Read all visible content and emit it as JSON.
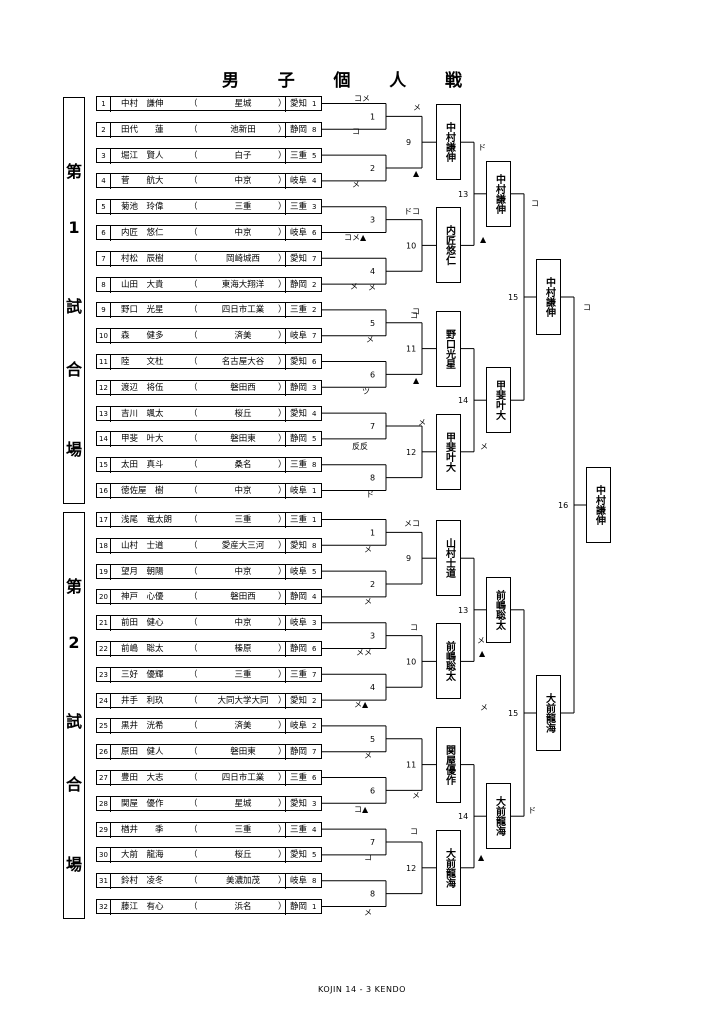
{
  "title": [
    "男",
    "子",
    "個",
    "人",
    "戦"
  ],
  "venues": [
    {
      "label": [
        "第",
        "1",
        "試",
        "合",
        "場"
      ]
    },
    {
      "label": [
        "第",
        "2",
        "試",
        "合",
        "場"
      ]
    }
  ],
  "entries": [
    {
      "num": "1",
      "name": "中村　謙伸",
      "po": "（",
      "school": "星城",
      "pc": "）",
      "pref": "愛知",
      "seed": "1"
    },
    {
      "num": "2",
      "name": "田代　　蓮",
      "po": "（",
      "school": "池新田",
      "pc": "）",
      "pref": "静岡",
      "seed": "8"
    },
    {
      "num": "3",
      "name": "堀江　賢人",
      "po": "（",
      "school": "白子",
      "pc": "）",
      "pref": "三重",
      "seed": "5"
    },
    {
      "num": "4",
      "name": "菅　　航大",
      "po": "（",
      "school": "中京",
      "pc": "）",
      "pref": "岐阜",
      "seed": "4"
    },
    {
      "num": "5",
      "name": "菊池　玲偉",
      "po": "（",
      "school": "三重",
      "pc": "）",
      "pref": "三重",
      "seed": "3"
    },
    {
      "num": "6",
      "name": "内匠　悠仁",
      "po": "（",
      "school": "中京",
      "pc": "）",
      "pref": "岐阜",
      "seed": "6"
    },
    {
      "num": "7",
      "name": "村松　辰樹",
      "po": "（",
      "school": "岡崎城西",
      "pc": "）",
      "pref": "愛知",
      "seed": "7"
    },
    {
      "num": "8",
      "name": "山田　大貴",
      "po": "（",
      "school": "東海大翔洋",
      "pc": "）",
      "pref": "静岡",
      "seed": "2"
    },
    {
      "num": "9",
      "name": "野口　光星",
      "po": "（",
      "school": "四日市工業",
      "pc": "）",
      "pref": "三重",
      "seed": "2"
    },
    {
      "num": "10",
      "name": "森　　健多",
      "po": "（",
      "school": "済美",
      "pc": "）",
      "pref": "岐阜",
      "seed": "7"
    },
    {
      "num": "11",
      "name": "陸　　文杜",
      "po": "（",
      "school": "名古屋大谷",
      "pc": "）",
      "pref": "愛知",
      "seed": "6"
    },
    {
      "num": "12",
      "name": "渡辺　将伍",
      "po": "（",
      "school": "磐田西",
      "pc": "）",
      "pref": "静岡",
      "seed": "3"
    },
    {
      "num": "13",
      "name": "吉川　颯太",
      "po": "（",
      "school": "桜丘",
      "pc": "）",
      "pref": "愛知",
      "seed": "4"
    },
    {
      "num": "14",
      "name": "甲斐　叶大",
      "po": "（",
      "school": "磐田東",
      "pc": "）",
      "pref": "静岡",
      "seed": "5"
    },
    {
      "num": "15",
      "name": "太田　真斗",
      "po": "（",
      "school": "桑名",
      "pc": "）",
      "pref": "三重",
      "seed": "8"
    },
    {
      "num": "16",
      "name": "徳佐屋　樹",
      "po": "（",
      "school": "中京",
      "pc": "）",
      "pref": "岐阜",
      "seed": "1"
    },
    {
      "num": "17",
      "name": "浅尾　竜太朗",
      "po": "（",
      "school": "三重",
      "pc": "）",
      "pref": "三重",
      "seed": "1"
    },
    {
      "num": "18",
      "name": "山村　士道",
      "po": "（",
      "school": "愛産大三河",
      "pc": "）",
      "pref": "愛知",
      "seed": "8"
    },
    {
      "num": "19",
      "name": "望月　朝陽",
      "po": "（",
      "school": "中京",
      "pc": "）",
      "pref": "岐阜",
      "seed": "5"
    },
    {
      "num": "20",
      "name": "神戸　心優",
      "po": "（",
      "school": "磐田西",
      "pc": "）",
      "pref": "静岡",
      "seed": "4"
    },
    {
      "num": "21",
      "name": "前田　健心",
      "po": "（",
      "school": "中京",
      "pc": "）",
      "pref": "岐阜",
      "seed": "3"
    },
    {
      "num": "22",
      "name": "前嶋　聡太",
      "po": "（",
      "school": "榛原",
      "pc": "）",
      "pref": "静岡",
      "seed": "6"
    },
    {
      "num": "23",
      "name": "三好　優輝",
      "po": "（",
      "school": "三重",
      "pc": "）",
      "pref": "三重",
      "seed": "7"
    },
    {
      "num": "24",
      "name": "井手　利玖",
      "po": "（",
      "school": "大同大学大同",
      "pc": "）",
      "pref": "愛知",
      "seed": "2"
    },
    {
      "num": "25",
      "name": "黒井　洸希",
      "po": "（",
      "school": "済美",
      "pc": "）",
      "pref": "岐阜",
      "seed": "2"
    },
    {
      "num": "26",
      "name": "原田　健人",
      "po": "（",
      "school": "磐田東",
      "pc": "）",
      "pref": "静岡",
      "seed": "7"
    },
    {
      "num": "27",
      "name": "豊田　大志",
      "po": "（",
      "school": "四日市工業",
      "pc": "）",
      "pref": "三重",
      "seed": "6"
    },
    {
      "num": "28",
      "name": "関屋　優作",
      "po": "（",
      "school": "星城",
      "pc": "）",
      "pref": "愛知",
      "seed": "3"
    },
    {
      "num": "29",
      "name": "楢井　　季",
      "po": "（",
      "school": "三重",
      "pc": "）",
      "pref": "三重",
      "seed": "4"
    },
    {
      "num": "30",
      "name": "大前　龍海",
      "po": "（",
      "school": "桜丘",
      "pc": "）",
      "pref": "愛知",
      "seed": "5"
    },
    {
      "num": "31",
      "name": "鈴村　凌冬",
      "po": "（",
      "school": "美濃加茂",
      "pc": "）",
      "pref": "岐阜",
      "seed": "8"
    },
    {
      "num": "32",
      "name": "藤江　有心",
      "po": "（",
      "school": "浜名",
      "pc": "）",
      "pref": "静岡",
      "seed": "1"
    }
  ],
  "winners": [
    {
      "name": "中村謙伸",
      "round": "r3"
    },
    {
      "name": "内匠悠仁",
      "round": "r3"
    },
    {
      "name": "野口光星",
      "round": "r3"
    },
    {
      "name": "甲斐叶大",
      "round": "r3"
    },
    {
      "name": "山村士道",
      "round": "r3"
    },
    {
      "name": "前嶋聡太",
      "round": "r3"
    },
    {
      "name": "関屋優作",
      "round": "r3"
    },
    {
      "name": "大前龍海",
      "round": "r3"
    },
    {
      "name": "中村謙伸",
      "round": "r4"
    },
    {
      "name": "甲斐叶大",
      "round": "r4"
    },
    {
      "name": "前嶋聡太",
      "round": "r4"
    },
    {
      "name": "大前龍海",
      "round": "r4"
    },
    {
      "name": "中村謙伸",
      "round": "r5"
    },
    {
      "name": "大前龍海",
      "round": "r5"
    },
    {
      "name": "中村謙伸",
      "round": "champion"
    }
  ],
  "match_numbers": {
    "r1": [
      "1",
      "2",
      "3",
      "4",
      "5",
      "6",
      "7",
      "8",
      "1",
      "2",
      "3",
      "4",
      "5",
      "6",
      "7",
      "8"
    ],
    "r2": [
      "9",
      "10",
      "11",
      "12",
      "9",
      "10",
      "11",
      "12"
    ],
    "r3": [
      "13",
      "14",
      "13",
      "14"
    ],
    "r4": [
      "15",
      "15"
    ],
    "final": "16"
  },
  "results": [
    "コメ",
    "コ",
    "メ",
    "ドコ",
    "コメ▲",
    "メ",
    "メ",
    "コ",
    "ツ",
    "メ",
    "反反",
    "ド",
    "メコ",
    "メ",
    "メ",
    "コ",
    "メメ",
    "メ▲",
    "メ",
    "メ",
    "コ▲",
    "コ",
    "コ",
    "メ",
    "メ",
    "▲",
    "ド",
    "▲",
    "コ",
    "▲",
    "メ",
    "メ",
    "▲",
    "メ",
    "コ",
    "▲",
    "ド",
    "メ",
    "コ"
  ],
  "footer": "KOJIN 14 - 3 KENDO"
}
